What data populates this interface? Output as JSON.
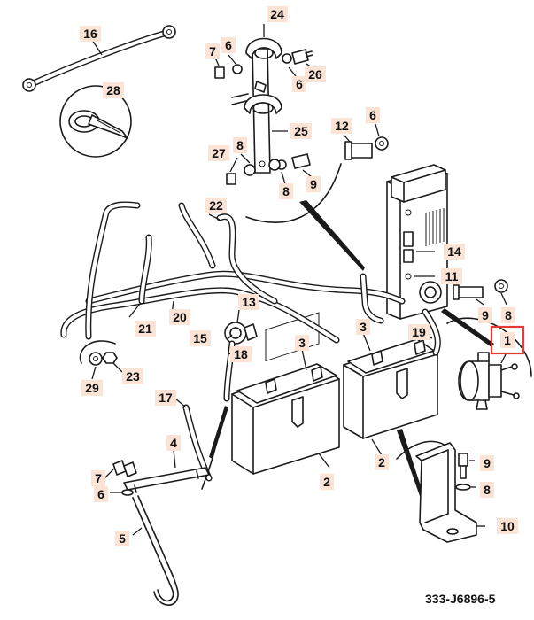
{
  "figure": {
    "reference_code": "333-J6896-5",
    "highlighted_callout": "1"
  },
  "callouts": [
    {
      "id": "c1",
      "label": "1"
    },
    {
      "id": "c2a",
      "label": "2"
    },
    {
      "id": "c2b",
      "label": "2"
    },
    {
      "id": "c3a",
      "label": "3"
    },
    {
      "id": "c3b",
      "label": "3"
    },
    {
      "id": "c4",
      "label": "4"
    },
    {
      "id": "c5",
      "label": "5"
    },
    {
      "id": "c6a",
      "label": "6"
    },
    {
      "id": "c6b",
      "label": "6"
    },
    {
      "id": "c6c",
      "label": "6"
    },
    {
      "id": "c6d",
      "label": "6"
    },
    {
      "id": "c7a",
      "label": "7"
    },
    {
      "id": "c7b",
      "label": "7"
    },
    {
      "id": "c8a",
      "label": "8"
    },
    {
      "id": "c8b",
      "label": "8"
    },
    {
      "id": "c8c",
      "label": "8"
    },
    {
      "id": "c8d",
      "label": "8"
    },
    {
      "id": "c9a",
      "label": "9"
    },
    {
      "id": "c9b",
      "label": "9"
    },
    {
      "id": "c9c",
      "label": "9"
    },
    {
      "id": "c10",
      "label": "10"
    },
    {
      "id": "c11",
      "label": "11"
    },
    {
      "id": "c12",
      "label": "12"
    },
    {
      "id": "c13",
      "label": "13"
    },
    {
      "id": "c14",
      "label": "14"
    },
    {
      "id": "c15",
      "label": "15"
    },
    {
      "id": "c16",
      "label": "16"
    },
    {
      "id": "c17",
      "label": "17"
    },
    {
      "id": "c18",
      "label": "18"
    },
    {
      "id": "c19",
      "label": "19"
    },
    {
      "id": "c20",
      "label": "20"
    },
    {
      "id": "c21",
      "label": "21"
    },
    {
      "id": "c22",
      "label": "22"
    },
    {
      "id": "c23",
      "label": "23"
    },
    {
      "id": "c24",
      "label": "24"
    },
    {
      "id": "c25",
      "label": "25"
    },
    {
      "id": "c26",
      "label": "26"
    },
    {
      "id": "c27",
      "label": "27"
    },
    {
      "id": "c28",
      "label": "28"
    },
    {
      "id": "c29",
      "label": "29"
    }
  ]
}
